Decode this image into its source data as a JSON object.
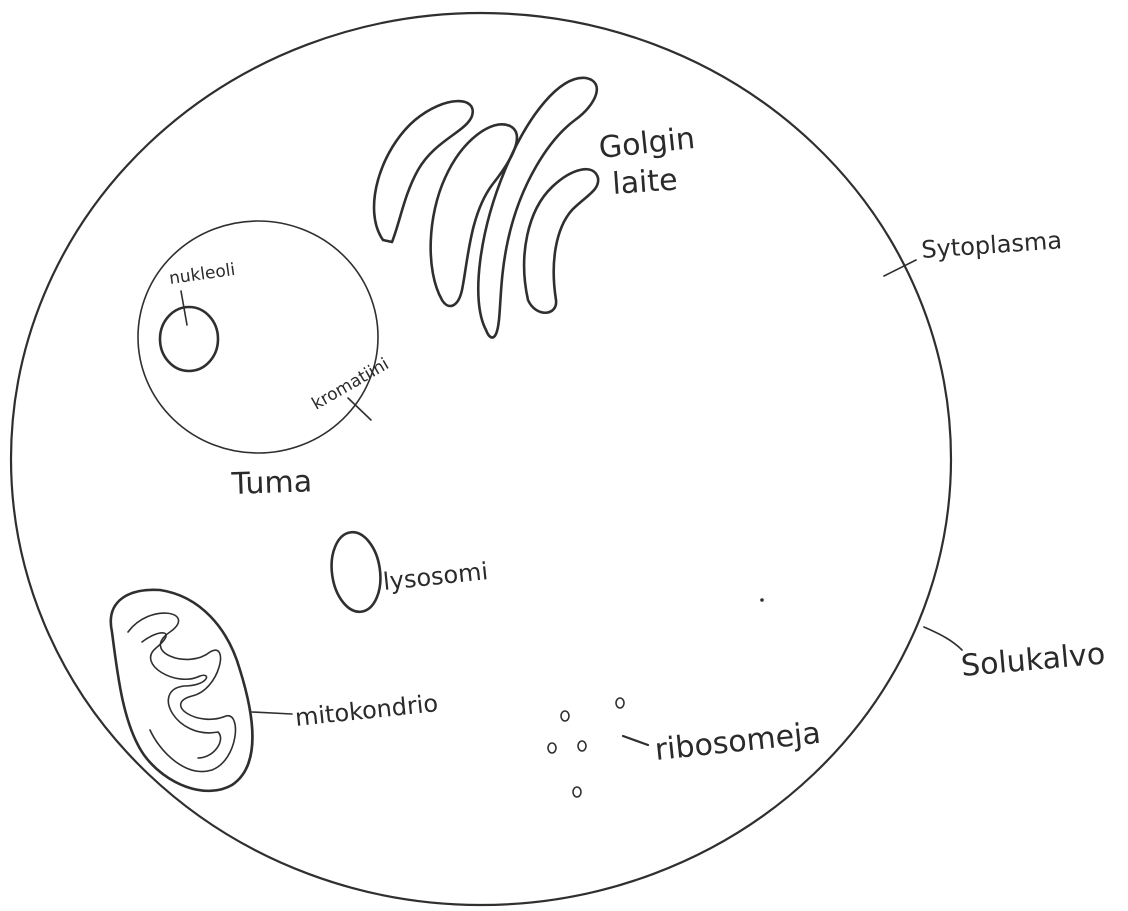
{
  "diagram": {
    "labels": {
      "golgin": "Golgin",
      "laite": "laite",
      "sytoplasma": "Sytoplasma",
      "nukleoli": "nukleoli",
      "kromatiini": "kromatiini",
      "tuma": "Tuma",
      "lysosomi": "lysosomi",
      "solukalvo": "Solukalvo",
      "mitokondrio": "mitokondrio",
      "ribosomeja": "ribosomeja"
    }
  }
}
